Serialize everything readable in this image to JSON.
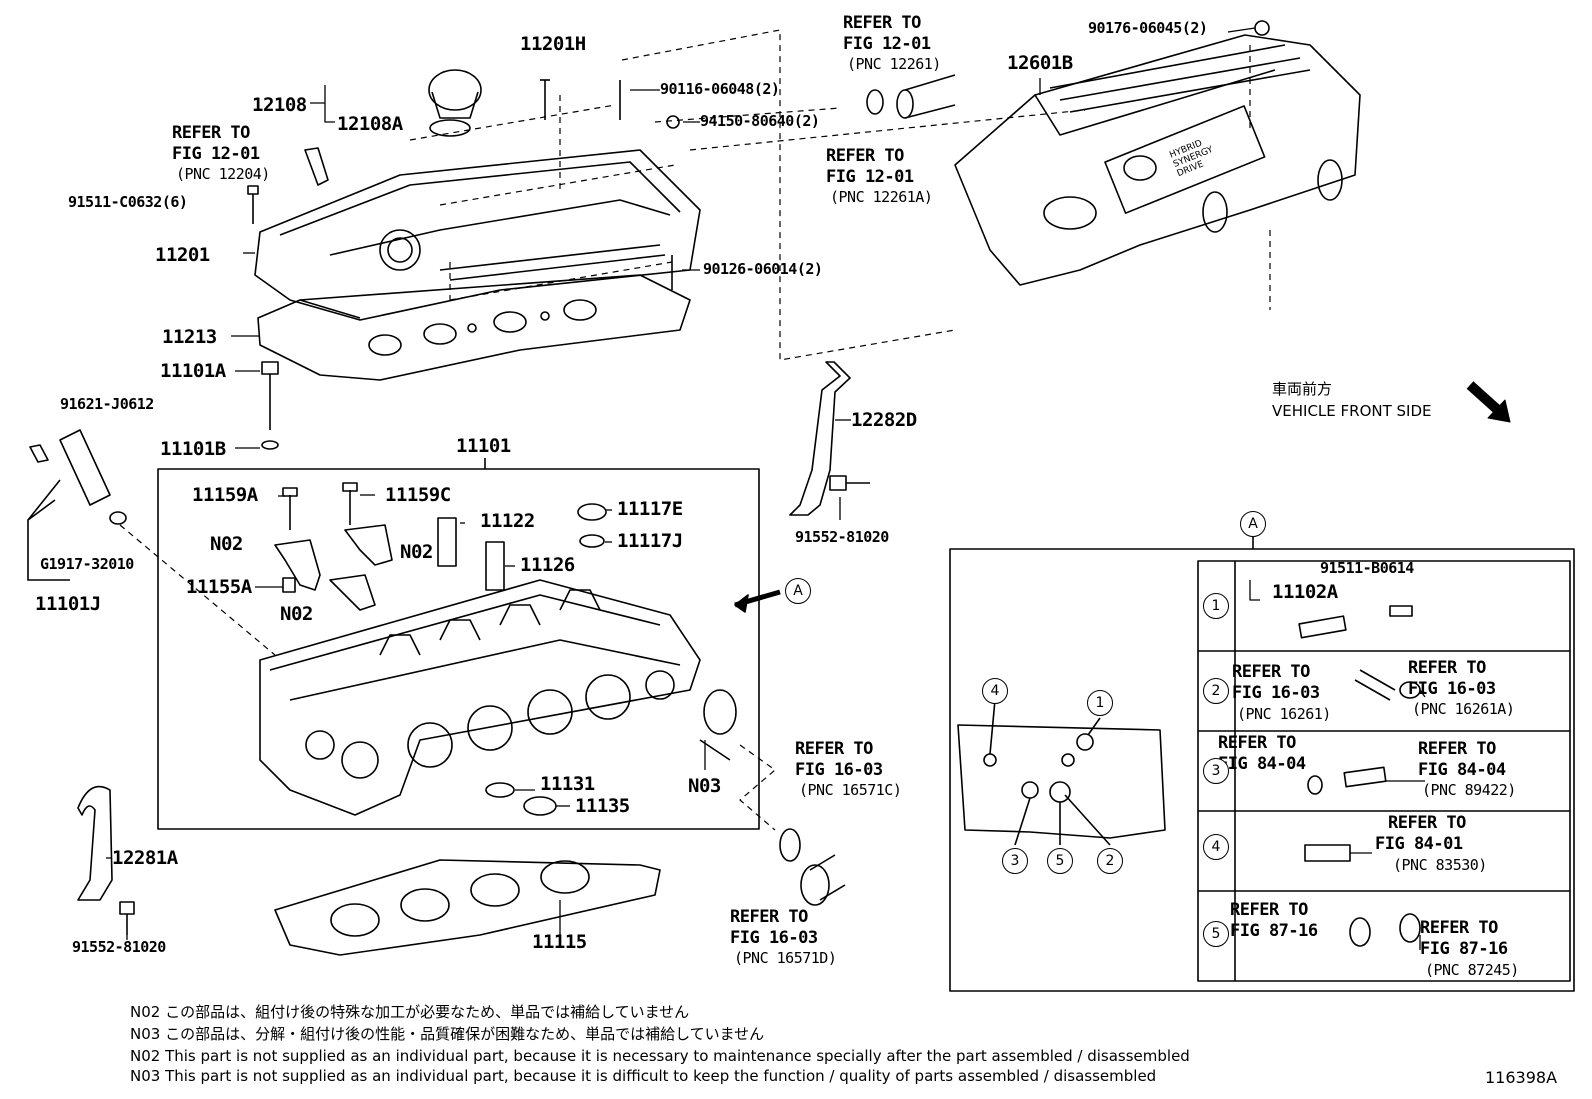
{
  "parts": {
    "p11201H": "11201H",
    "p12108": "12108",
    "p12108A": "12108A",
    "p90116": "90116-06048(2)",
    "p94150": "94150-80640(2)",
    "p90126": "90126-06014(2)",
    "p91511C": "91511-C0632(6)",
    "p11201": "11201",
    "p11213": "11213",
    "p11101A": "11101A",
    "p11101B": "11101B",
    "p91621": "91621-J0612",
    "pG1917": "G1917-32010",
    "p11101J": "11101J",
    "p11101": "11101",
    "p11159A": "11159A",
    "p11159C": "11159C",
    "p11122": "11122",
    "p11117E": "11117E",
    "p11117J": "11117J",
    "pN02a": "N02",
    "pN02b": "N02",
    "pN02c": "N02",
    "p11155A": "11155A",
    "p11126": "11126",
    "p11131": "11131",
    "p11135": "11135",
    "pN03": "N03",
    "p12281A": "12281A",
    "p91552a": "91552-81020",
    "p11115": "11115",
    "p12601B": "12601B",
    "p90176": "90176-06045(2)",
    "p12282D": "12282D",
    "p91552b": "91552-81020",
    "p91511B": "91511-B0614",
    "p11102A": "11102A",
    "diagramId": "116398A"
  },
  "refs": {
    "r1": {
      "l1": "REFER TO",
      "l2": "FIG 12-01",
      "l3": "(PNC 12204)"
    },
    "r2": {
      "l1": "REFER TO",
      "l2": "FIG 12-01",
      "l3": "(PNC 12261)"
    },
    "r3": {
      "l1": "REFER TO",
      "l2": "FIG 12-01",
      "l3": "(PNC 12261A)"
    },
    "r4": {
      "l1": "REFER TO",
      "l2": "FIG 16-03",
      "l3": "(PNC 16571C)"
    },
    "r5": {
      "l1": "REFER TO",
      "l2": "FIG 16-03",
      "l3": "(PNC 16571D)"
    },
    "t2a": {
      "l1": "REFER TO",
      "l2": "FIG 16-03",
      "l3": "(PNC 16261)"
    },
    "t2b": {
      "l1": "REFER TO",
      "l2": "FIG 16-03",
      "l3": "(PNC 16261A)"
    },
    "t3a": {
      "l1": "REFER TO",
      "l2": "FIG 84-04"
    },
    "t3b": {
      "l1": "REFER TO",
      "l2": "FIG 84-04",
      "l3": "(PNC 89422)"
    },
    "t4": {
      "l1": "REFER TO",
      "l2": "FIG 84-01",
      "l3": "(PNC 83530)"
    },
    "t5a": {
      "l1": "REFER TO",
      "l2": "FIG 87-16"
    },
    "t5b": {
      "l1": "REFER TO",
      "l2": "FIG 87-16",
      "l3": "(PNC 87245)"
    }
  },
  "vehicle": {
    "jp": "車両前方",
    "en": "VEHICLE FRONT SIDE"
  },
  "callouts": {
    "A": "A",
    "n1": "1",
    "n2": "2",
    "n3": "3",
    "n4": "4",
    "n5": "5"
  },
  "notes": [
    "N02  この部品は、組付け後の特殊な加工が必要なため、単品では補給していません",
    "N03  この部品は、分解・組付け後の性能・品質確保が困難なため、単品では補給していません",
    "N02  This part is not supplied as an individual part, because it is necessary to maintenance specially after the part assembled / disassembled",
    "N03  This part is not supplied as an individual part, because it is difficult to keep the function / quality of parts  assembled / disassembled"
  ],
  "engine_cover_text": "HYBRID SYNERGY DRIVE"
}
